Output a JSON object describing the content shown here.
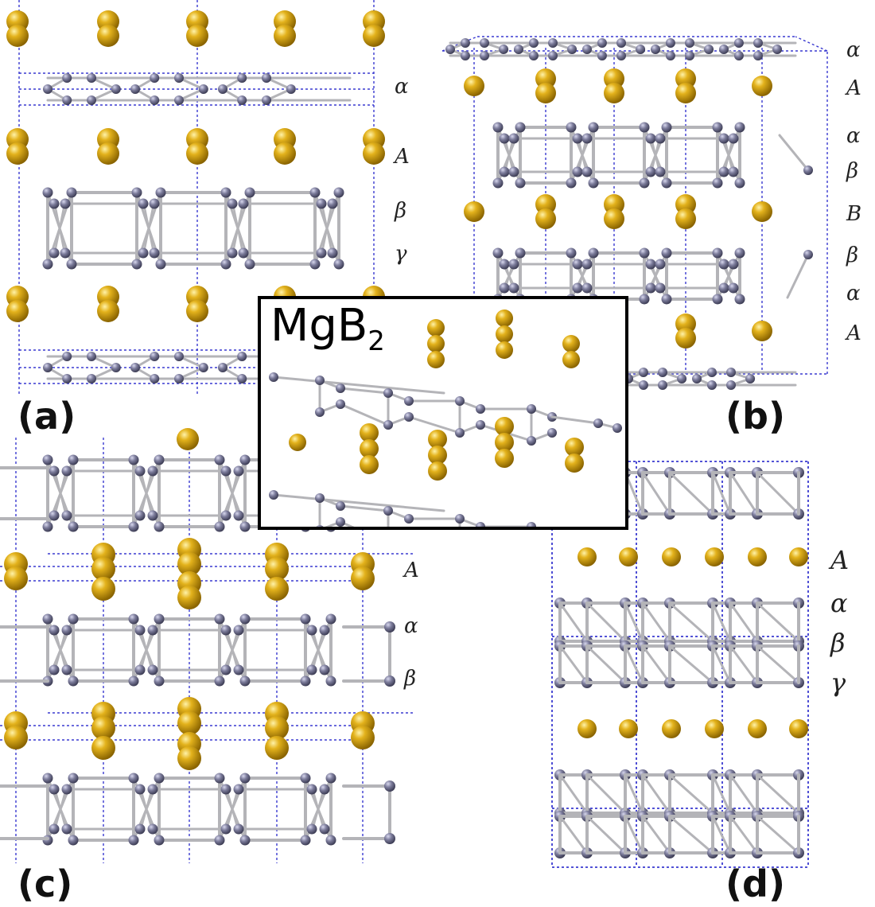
{
  "figure": {
    "panels": [
      {
        "id": "a",
        "label": "(a)",
        "layers": [
          "α",
          "A",
          "β",
          "γ"
        ]
      },
      {
        "id": "b",
        "label": "(b)",
        "layers": [
          "α",
          "A",
          "α",
          "β",
          "B",
          "β",
          "α",
          "A"
        ]
      },
      {
        "id": "c",
        "label": "(c)",
        "layers": [
          "A",
          "α",
          "β"
        ]
      },
      {
        "id": "d",
        "label": "(d)",
        "layers": [
          "A",
          "α",
          "β",
          "γ"
        ]
      }
    ],
    "inset": {
      "formula": "MgB",
      "subscript": "2"
    }
  },
  "colors": {
    "mg_atom": "#d4a017",
    "b_atom": "#7a7a9a",
    "bond": "#b4b4b8",
    "cell_edge": "#3a3ad0",
    "label_text": "#111111"
  }
}
